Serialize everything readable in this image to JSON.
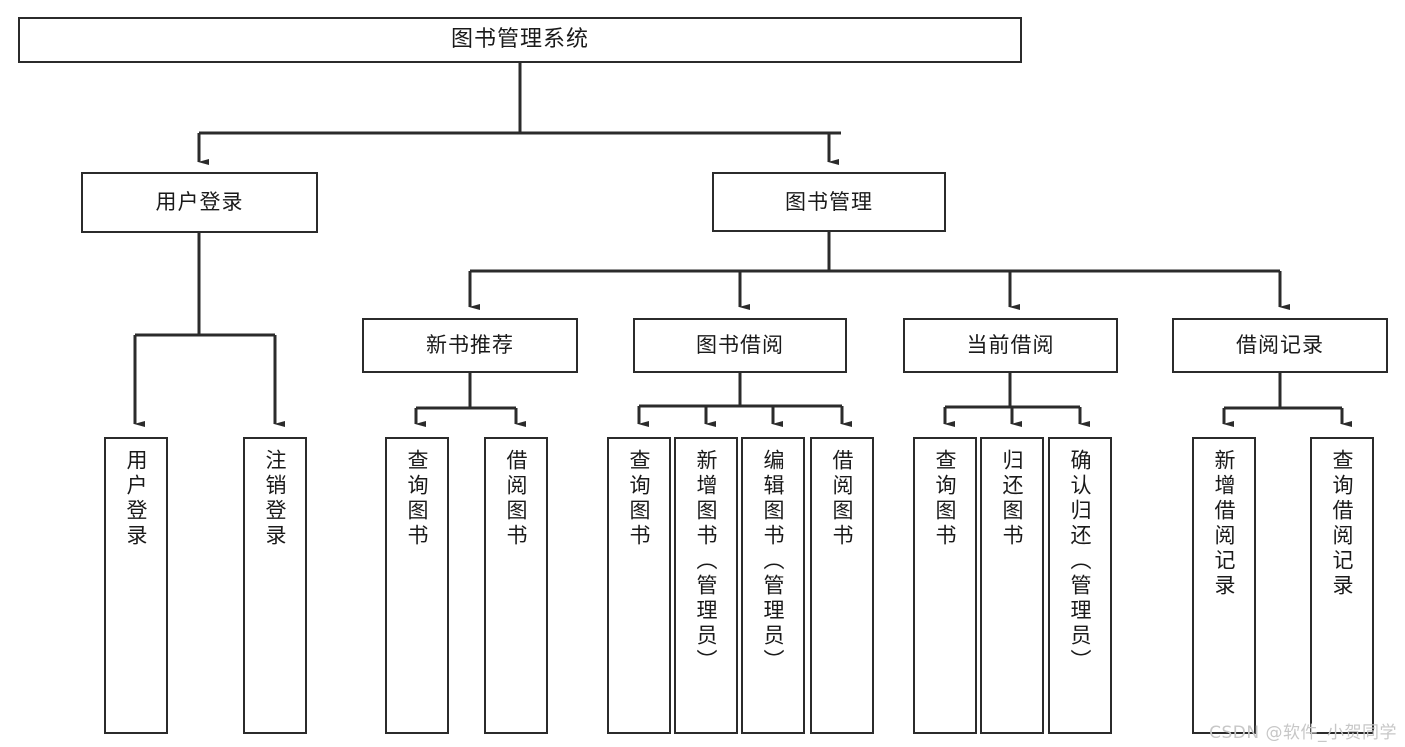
{
  "diagram": {
    "title": "图书管理系统",
    "type": "tree",
    "watermark": "CSDN @软件_小贺同学",
    "colors": {
      "border": "#2b2b2b",
      "background": "#ffffff",
      "text": "#1a1a1a",
      "watermark": "#c7c7c7"
    },
    "nodes": {
      "root": {
        "label": "图书管理系统"
      },
      "level1": [
        {
          "id": "user-login",
          "label": "用户登录"
        },
        {
          "id": "book-manage",
          "label": "图书管理"
        }
      ],
      "level2": [
        {
          "id": "new-book-rec",
          "label": "新书推荐"
        },
        {
          "id": "book-borrow",
          "label": "图书借阅"
        },
        {
          "id": "current-borrow",
          "label": "当前借阅"
        },
        {
          "id": "borrow-record",
          "label": "借阅记录"
        }
      ],
      "leaves": {
        "user-login": [
          {
            "id": "leaf-user-login",
            "label": "用户登录"
          },
          {
            "id": "leaf-user-logout",
            "label": "注销登录"
          }
        ],
        "new-book-rec": [
          {
            "id": "leaf-query-book-1",
            "label": "查询图书"
          },
          {
            "id": "leaf-borrow-book-1",
            "label": "借阅图书"
          }
        ],
        "book-borrow": [
          {
            "id": "leaf-query-book-2",
            "label": "查询图书"
          },
          {
            "id": "leaf-add-book",
            "label": "新增图书（管理员）"
          },
          {
            "id": "leaf-edit-book",
            "label": "编辑图书（管理员）"
          },
          {
            "id": "leaf-borrow-book-2",
            "label": "借阅图书"
          }
        ],
        "current-borrow": [
          {
            "id": "leaf-query-book-3",
            "label": "查询图书"
          },
          {
            "id": "leaf-return-book",
            "label": "归还图书"
          },
          {
            "id": "leaf-confirm-return",
            "label": "确认归还（管理员）"
          }
        ],
        "borrow-record": [
          {
            "id": "leaf-add-record",
            "label": "新增借阅记录"
          },
          {
            "id": "leaf-query-record",
            "label": "查询借阅记录"
          }
        ]
      }
    }
  }
}
